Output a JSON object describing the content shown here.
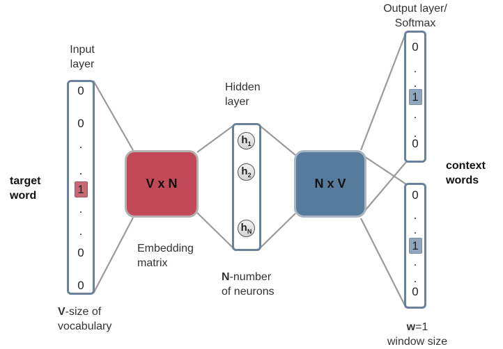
{
  "input_title": [
    "Input",
    "layer"
  ],
  "input_vector": [
    "0",
    "0",
    ".",
    ".",
    "1",
    ".",
    ".",
    "0",
    "0"
  ],
  "target_word": [
    "target",
    "word"
  ],
  "vocab_bold": "V",
  "vocab_text": "-size of",
  "vocab_line2": "vocabulary",
  "embedding_matrix": {
    "label": "V x N",
    "color": "#c24957",
    "border": "#b5b0b0"
  },
  "embedding_caption": [
    "Embedding",
    "matrix"
  ],
  "hidden_title": [
    "Hidden",
    "layer"
  ],
  "neurons": [
    {
      "base": "h",
      "sub": "1"
    },
    {
      "base": "h",
      "sub": "2"
    },
    {
      "base": "h",
      "sub": "N"
    }
  ],
  "neurons_bold": "N",
  "neurons_text": "-number",
  "neurons_line2": "of neurons",
  "output_matrix": {
    "label": "N x V",
    "color": "#577b9c",
    "border": "#a9b6c2"
  },
  "output_title": [
    "Output layer/",
    "Softmax"
  ],
  "output_vector_1": [
    "0",
    ".",
    ".",
    "1",
    ".",
    ".",
    "0"
  ],
  "output_vector_2": [
    "0",
    ".",
    ".",
    "1",
    ".",
    ".",
    "0"
  ],
  "context_words": [
    "context",
    "words"
  ],
  "window_bold": "w",
  "window_text": "=1",
  "window_line2": "window size",
  "colors": {
    "vector_border": "#6a8299",
    "line": "#9a9a9a",
    "input_highlight": "#c86a75",
    "output_highlight": "#8fa6bd"
  }
}
